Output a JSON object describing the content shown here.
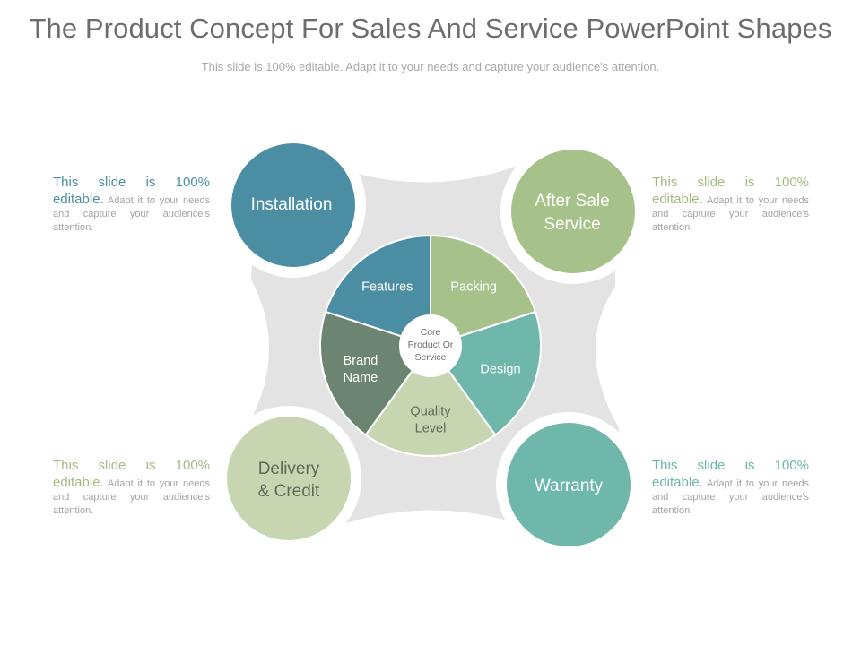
{
  "header": {
    "title": "The Product Concept For Sales And Service PowerPoint Shapes",
    "subtitle": "This slide is 100% editable. Adapt it to your needs and capture your audience's attention."
  },
  "center": {
    "line1": "Core",
    "line2": "Product Or",
    "line3": "Service"
  },
  "segments": [
    {
      "line1": "Features",
      "line2": "",
      "color": "#4b8ea3"
    },
    {
      "line1": "Packing",
      "line2": "",
      "color": "#a7c18a"
    },
    {
      "line1": "Design",
      "line2": "",
      "color": "#6fb7aa"
    },
    {
      "line1": "Quality",
      "line2": "Level",
      "color": "#c7d6b1"
    },
    {
      "line1": "Brand",
      "line2": "Name",
      "color": "#6c8472"
    }
  ],
  "corners": [
    {
      "line1": "Installation",
      "line2": "",
      "color": "#4b8ea3",
      "text_color": "#ffffff"
    },
    {
      "line1": "After Sale",
      "line2": "Service",
      "color": "#a7c18a",
      "text_color": "#ffffff"
    },
    {
      "line1": "Delivery",
      "line2": "& Credit",
      "color": "#c7d6b1",
      "text_color": "#5e6a58"
    },
    {
      "line1": "Warranty",
      "line2": "",
      "color": "#6fb7aa",
      "text_color": "#ffffff"
    }
  ],
  "notes": [
    {
      "lead": "This slide is 100% editable.",
      "body": " Adapt it to your needs and capture your audience's attention."
    },
    {
      "lead": "This slide is 100% editable.",
      "body": " Adapt it to your needs and capture your audience's attention."
    },
    {
      "lead": "This slide is 100% editable.",
      "body": " Adapt it to your needs and capture your audience's attention."
    },
    {
      "lead": "This slide is 100% editable.",
      "body": " Adapt it to your needs and capture your audience's attention."
    }
  ],
  "colors": {
    "backdrop": "#e3e3e3",
    "ring": "#ffffff"
  }
}
